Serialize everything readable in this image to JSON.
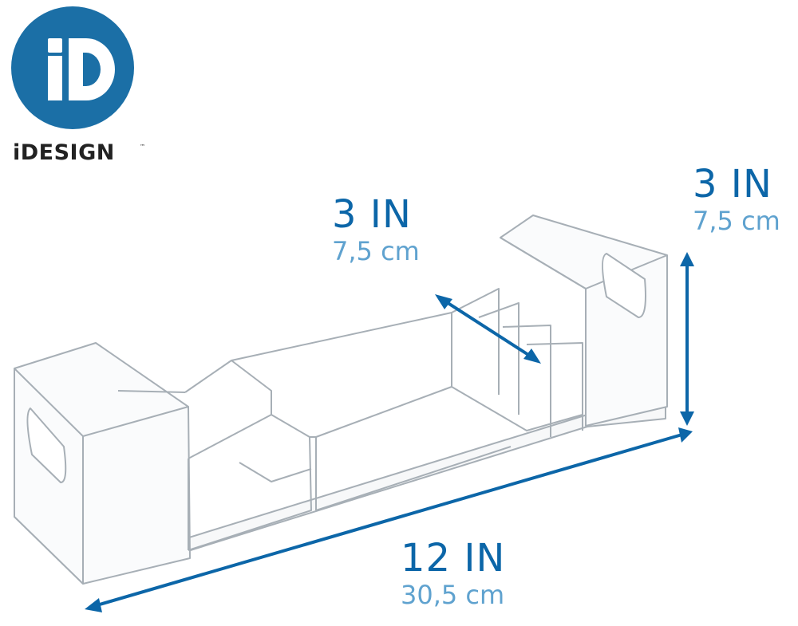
{
  "brand": {
    "wordmark": "iDESIGN",
    "trademark": "™",
    "logo_letters": "iD",
    "color": "#1b6fa6"
  },
  "dimensions": {
    "depth": {
      "imperial": "3 IN",
      "metric": "7,5 cm"
    },
    "height": {
      "imperial": "3 IN",
      "metric": "7,5 cm"
    },
    "length": {
      "imperial": "12 IN",
      "metric": "30,5 cm"
    }
  },
  "colors": {
    "accent": "#0c66a8",
    "accent_light": "#5fa2cf",
    "acrylic": "#9aa3ab"
  },
  "product_icon": "clear-acrylic-organizer"
}
